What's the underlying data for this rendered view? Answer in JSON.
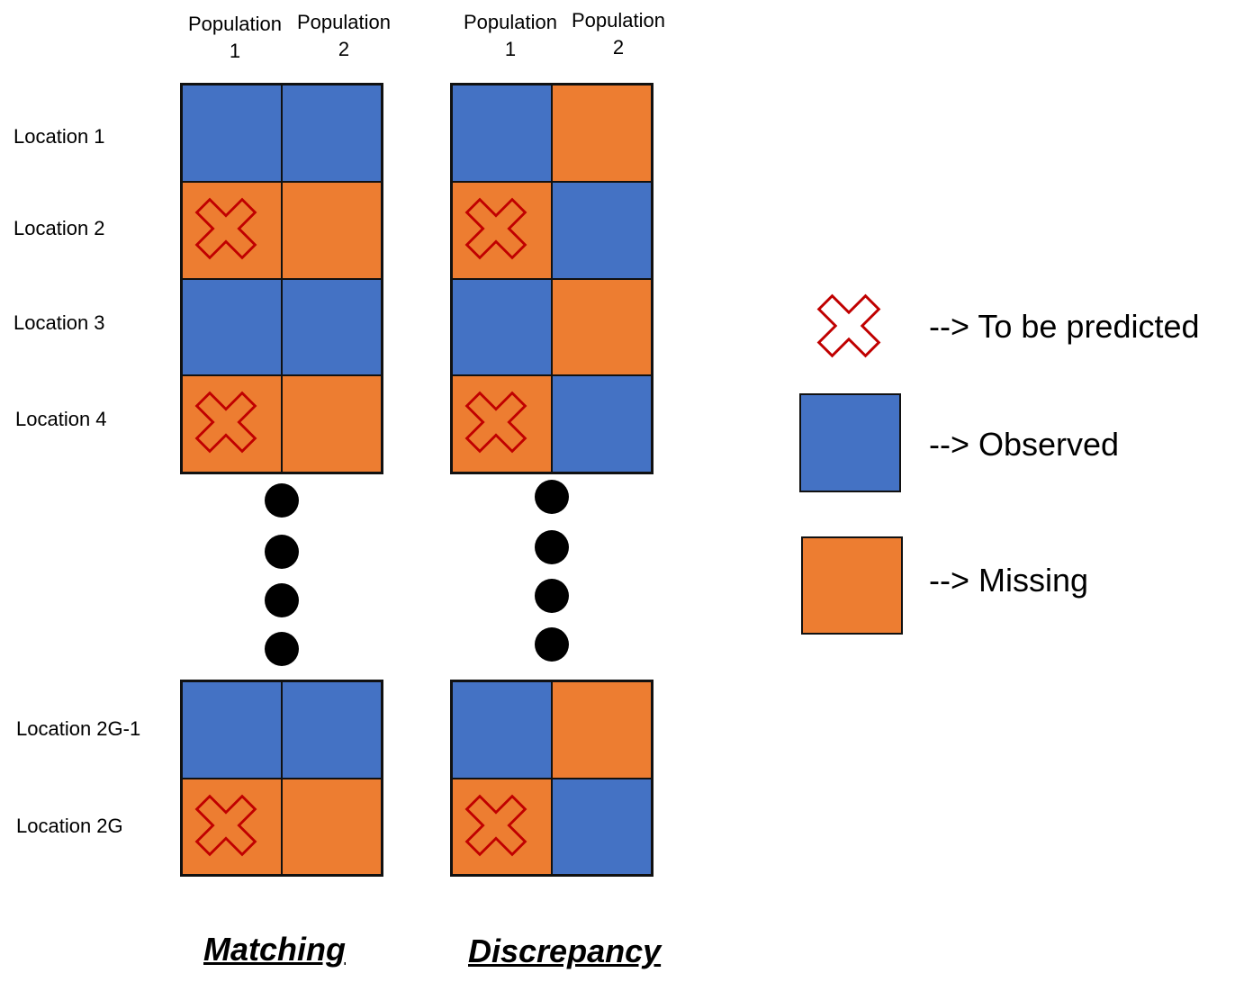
{
  "colors": {
    "observed": "#4472c4",
    "missing": "#ed7d31",
    "cross_stroke": "#c00000"
  },
  "headers": {
    "left": {
      "pop1": [
        "Population",
        "1"
      ],
      "pop2": [
        "Population",
        "2"
      ]
    },
    "right": {
      "pop1": [
        "Population",
        "1"
      ],
      "pop2": [
        "Population",
        "2"
      ]
    }
  },
  "row_labels": {
    "top": [
      "Location 1",
      "Location 2",
      "Location 3",
      "Location 4"
    ],
    "bottom": [
      "Location 2G-1",
      "Location 2G"
    ]
  },
  "grids": {
    "matching_top": [
      [
        "observed",
        "observed"
      ],
      [
        "missing-x",
        "missing"
      ],
      [
        "observed",
        "observed"
      ],
      [
        "missing-x",
        "missing"
      ]
    ],
    "discrepancy_top": [
      [
        "observed",
        "missing"
      ],
      [
        "missing-x",
        "observed"
      ],
      [
        "observed",
        "missing"
      ],
      [
        "missing-x",
        "observed"
      ]
    ],
    "matching_bottom": [
      [
        "observed",
        "observed"
      ],
      [
        "missing-x",
        "missing"
      ]
    ],
    "discrepancy_bottom": [
      [
        "observed",
        "missing"
      ],
      [
        "missing-x",
        "observed"
      ]
    ]
  },
  "captions": {
    "matching": "Matching",
    "discrepancy": "Discrepancy"
  },
  "legend": {
    "predicted": "--> To be predicted",
    "observed": "--> Observed",
    "missing": "--> Missing",
    "icons": [
      "x-mark-icon",
      "observed-swatch",
      "missing-swatch"
    ]
  }
}
